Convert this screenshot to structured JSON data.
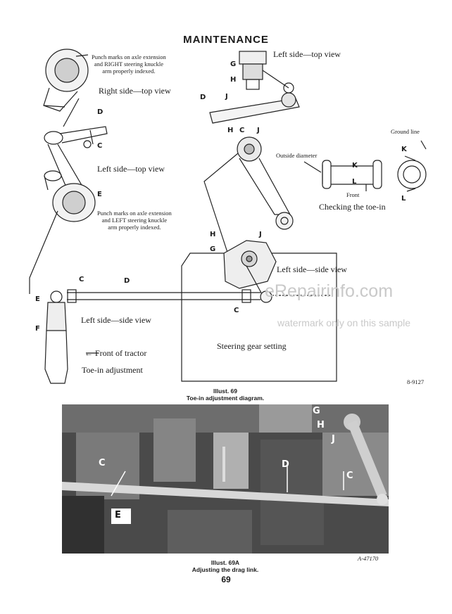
{
  "page": {
    "title": "MAINTENANCE",
    "page_number": "69"
  },
  "diagram": {
    "right_top_note": "Punch marks on axle extension\nand RIGHT steering knuckle\narm properly indexed.",
    "right_top_view": "Right side—top view",
    "left_top_view_1": "Left side—top view",
    "left_top_note": "Punch marks on axle extension\nand LEFT steering knuckle\narm properly indexed.",
    "left_top_view_2": "Left side—top view",
    "left_side_view_1": "Left side—side view",
    "left_side_view_2": "Left side—side view",
    "front_of_tractor": "Front of tractor",
    "toe_in_adjustment": "Toe-in adjustment",
    "steering_gear_setting": "Steering gear setting",
    "outside_diameter": "Outside diameter",
    "ground_line": "Ground line",
    "front": "Front",
    "checking_toe_in": "Checking the toe-in",
    "drawing_number": "8-9127",
    "letters": {
      "C": "C",
      "D": "D",
      "E": "E",
      "F": "F",
      "G": "G",
      "H": "H",
      "J": "J",
      "K": "K",
      "L": "L"
    }
  },
  "caption_69": {
    "line1": "Illust. 69",
    "line2": "Toe-in adjustment diagram."
  },
  "photo": {
    "number": "A-47170",
    "letters": {
      "C": "C",
      "D": "D",
      "E": "E",
      "G": "G",
      "H": "H",
      "J": "J"
    }
  },
  "caption_69a": {
    "line1": "Illust. 69A",
    "line2": "Adjusting the drag link."
  },
  "watermark": {
    "line1": "eRepairinfo.com",
    "line2": "watermark only on this sample"
  }
}
